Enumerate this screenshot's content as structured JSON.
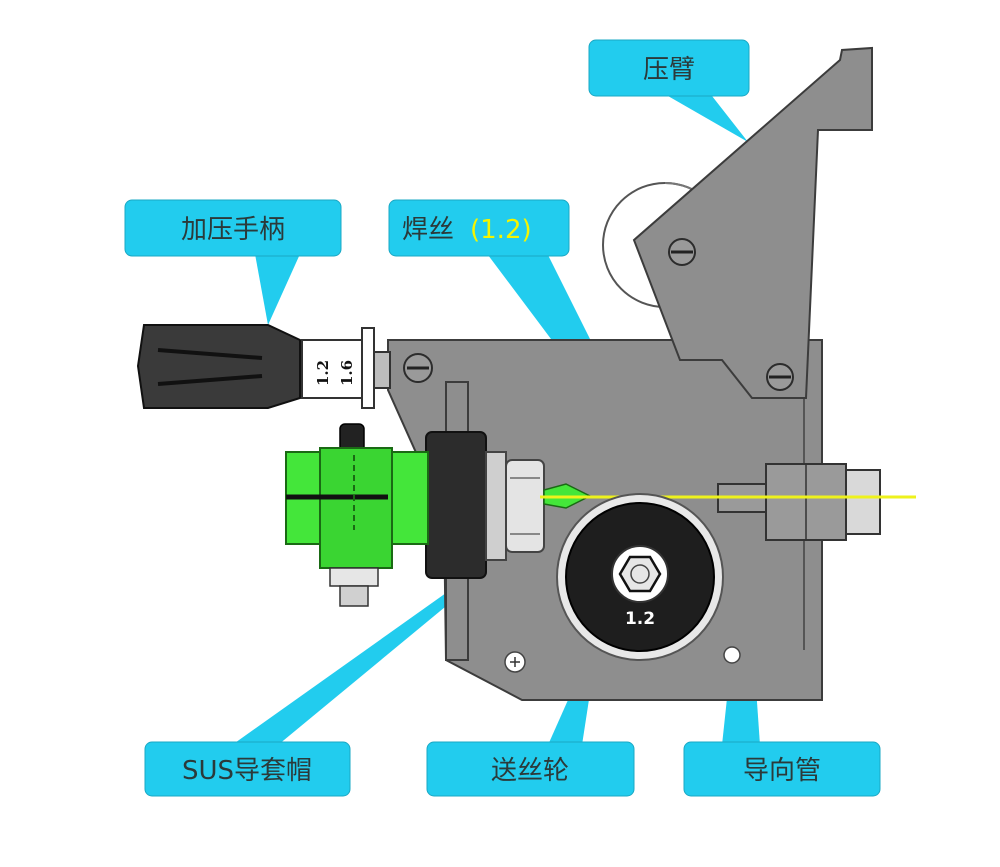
{
  "callouts": {
    "press_arm": "压臂",
    "pressure_handle": "加压手柄",
    "wire_label": "焊丝",
    "wire_size": "(1.2)",
    "sus_guide_cap": "SUS导套帽",
    "feed_roller": "送丝轮",
    "guide_tube": "导向管"
  },
  "handle_gauge": {
    "mark_a": "1.2",
    "mark_b": "1.6"
  },
  "roller_size": "1.2",
  "colors": {
    "callout": "#22ccee",
    "callout_border": "#1aa8c4",
    "wire": "#eef21c",
    "frame": "#8c8c8c",
    "guide_cap": "#44e63a",
    "roller": "#1e1e1e"
  }
}
